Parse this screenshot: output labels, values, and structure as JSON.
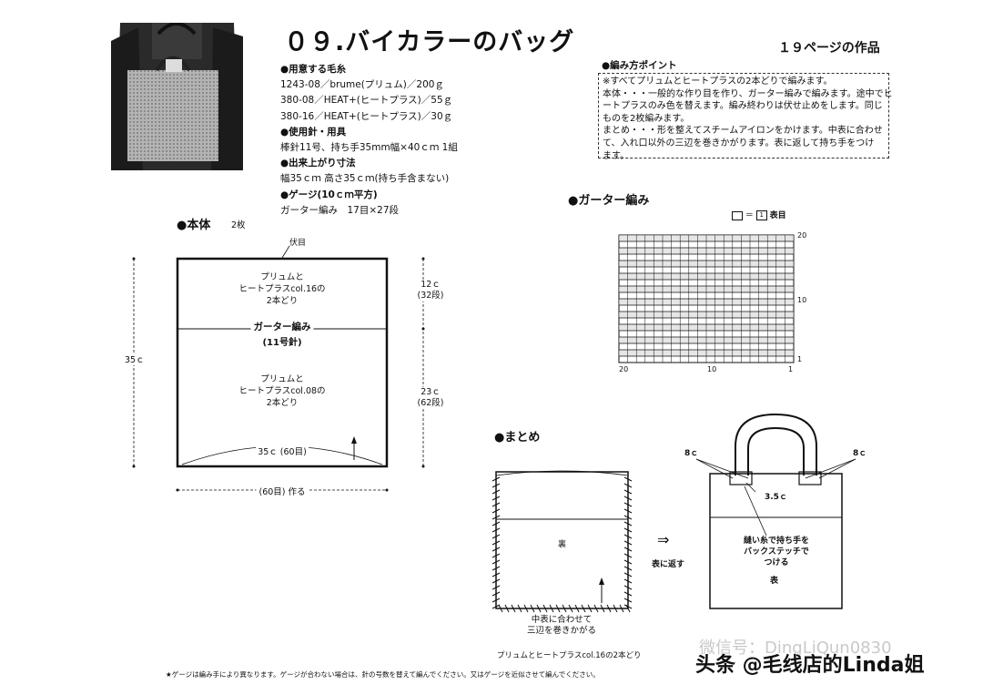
{
  "title": "０９.バイカラーのバッグ",
  "page_ref": "１９ページの作品",
  "spec": {
    "yarn_heading": "●用意する毛糸",
    "yarn_lines": [
      "1243-08／brume(プリュム)／200ｇ",
      "380-08／HEAT+(ヒートプラス)／55ｇ",
      "380-16／HEAT+(ヒートプラス)／30ｇ"
    ],
    "tools_heading": "●使用針・用具",
    "tools_line": "棒針11号、持ち手35mm幅×40ｃｍ 1組",
    "size_heading": "●出来上がり寸法",
    "size_line": "幅35ｃｍ 高さ35ｃｍ(持ち手含まない)",
    "gauge_heading": "●ゲージ(10ｃｍ平方)",
    "gauge_line": "ガーター編み　17目×27段"
  },
  "points": {
    "heading": "●編み方ポイント",
    "lines": [
      "※すべてプリュムとヒートプラスの2本どりで編みます。",
      "本体・・・一般的な作り目を作り、ガーター編みで編みます。途中でヒ",
      "ートプラスのみ色を替えます。編み終わりは伏せ止めをします。同じ",
      "ものを2枚編みます。",
      "まとめ・・・形を整えてスチームアイロンをかけます。中表に合わせ",
      "て、入れ口以外の三辺を巻きかがります。表に返して持ち手をつけ",
      "ます。"
    ]
  },
  "body_section": {
    "heading": "●本体",
    "count": "2枚",
    "top_label": "伏目",
    "upper_text": [
      "プリュムと",
      "ヒートプラスcol.16の",
      "2本どり"
    ],
    "mid_label": "ガーター編み",
    "needle_label": "(11号針)",
    "lower_text": [
      "プリュムと",
      "ヒートプラスcol.08の",
      "2本どり"
    ],
    "width_inner": "35ｃ (60目)",
    "cast_on": "(60目) 作る",
    "height_total": "35ｃ",
    "upper_dim": "12ｃ",
    "upper_rows": "(32段)",
    "lower_dim": "23ｃ",
    "lower_rows": "(62段)"
  },
  "garter": {
    "heading": "●ガーター編み",
    "legend": "＝",
    "legend_box": "1",
    "legend_text": "表目",
    "row_labels": [
      "20",
      "10",
      "1"
    ],
    "col_labels": [
      "20",
      "10",
      "1"
    ]
  },
  "assembly": {
    "heading": "●まとめ",
    "inner_label": "裏",
    "seam_note": [
      "中表に合わせて",
      "三辺を巻きかがる"
    ],
    "yarn_note": "プリュムとヒートプラスcol.16の2本どり",
    "arrow": "⇒",
    "turn_label": "表に返す",
    "left_dim": "8ｃ",
    "right_dim": "8ｃ",
    "handle_dim": "3.5ｃ",
    "attach_note": [
      "縫い糸で持ち手を",
      "バックステッチで",
      "つける"
    ],
    "outer_label": "表"
  },
  "footer": "★ゲージは編み手により異なります。ゲージが合わない場合は、針の号数を替えて編んでください。又はゲージを近似させて編んでください。",
  "watermark": {
    "wechat": "微信号：DingLiQun0830",
    "toutiao": "头条 @毛线店的Linda姐"
  }
}
